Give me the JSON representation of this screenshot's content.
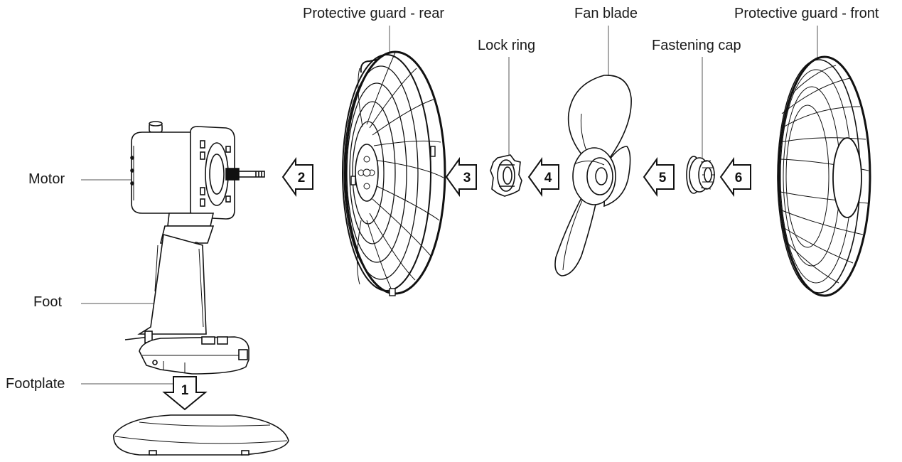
{
  "labels": {
    "guard_rear": "Protective guard  - rear",
    "fan_blade": "Fan blade",
    "guard_front": "Protective guard  - front",
    "lock_ring": "Lock ring",
    "fastening_cap": "Fastening cap",
    "motor": "Motor",
    "foot": "Foot",
    "footplate": "Footplate"
  },
  "steps": [
    "1",
    "2",
    "3",
    "4",
    "5",
    "6"
  ],
  "colors": {
    "line": "#111111",
    "leader": "#555555",
    "background": "#ffffff"
  }
}
